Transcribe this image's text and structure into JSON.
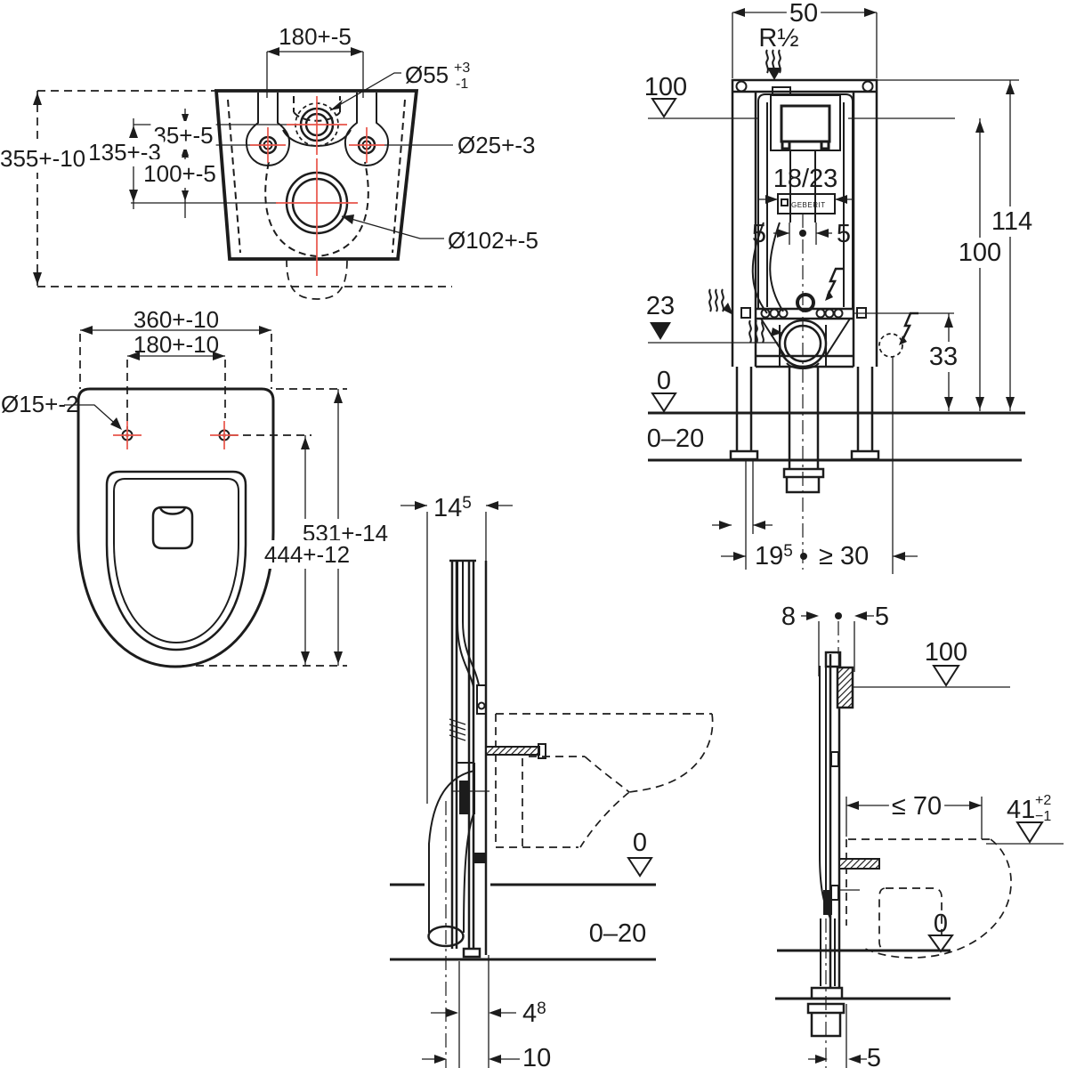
{
  "colors": {
    "line": "#1c1c1c",
    "red": "#e85449",
    "background": "#ffffff"
  },
  "back_view": {
    "dim_180": "180+-5",
    "dim_d55": "Ø55",
    "d55_tol_plus": "+3",
    "d55_tol_minus": "-1",
    "dim_35": "35+-5",
    "dim_135": "135+-3",
    "dim_100": "100+-5",
    "dim_355": "355+-10",
    "dim_d25": "Ø25+-3",
    "dim_d102": "Ø102+-5"
  },
  "top_view": {
    "dim_360": "360+-10",
    "dim_180": "180+-10",
    "dim_d15": "Ø15+-2",
    "dim_531": "531+-14",
    "dim_444": "444+-12"
  },
  "front_view": {
    "dim_width": "50",
    "supply": "R½",
    "level_100": "100",
    "dim_panel": "18/23",
    "brand": "GEBERIT",
    "dim_5_left": "5",
    "dim_5_right": "5",
    "level_23": "23",
    "level_0": "0",
    "screed_range": "0–20",
    "dim_33": "33",
    "dim_100": "100",
    "dim_114": "114",
    "dim_195_base": "19",
    "dim_195_sup": "5",
    "dim_min30": "≥ 30"
  },
  "side_view_center": {
    "dim_145_base": "14",
    "dim_145_sup": "5",
    "level_0": "0",
    "screed_range": "0–20",
    "dim_48_base": "4",
    "dim_48_sup": "8",
    "dim_10": "10"
  },
  "side_view_right": {
    "dim_8": "8",
    "dim_5_top": "5",
    "level_100": "100",
    "dim_70": "≤ 70",
    "dim_41_base": "41",
    "dim_41_tol_plus": "+2",
    "dim_41_tol_minus": "−1",
    "level_0": "0",
    "dim_5_bottom": "5"
  }
}
